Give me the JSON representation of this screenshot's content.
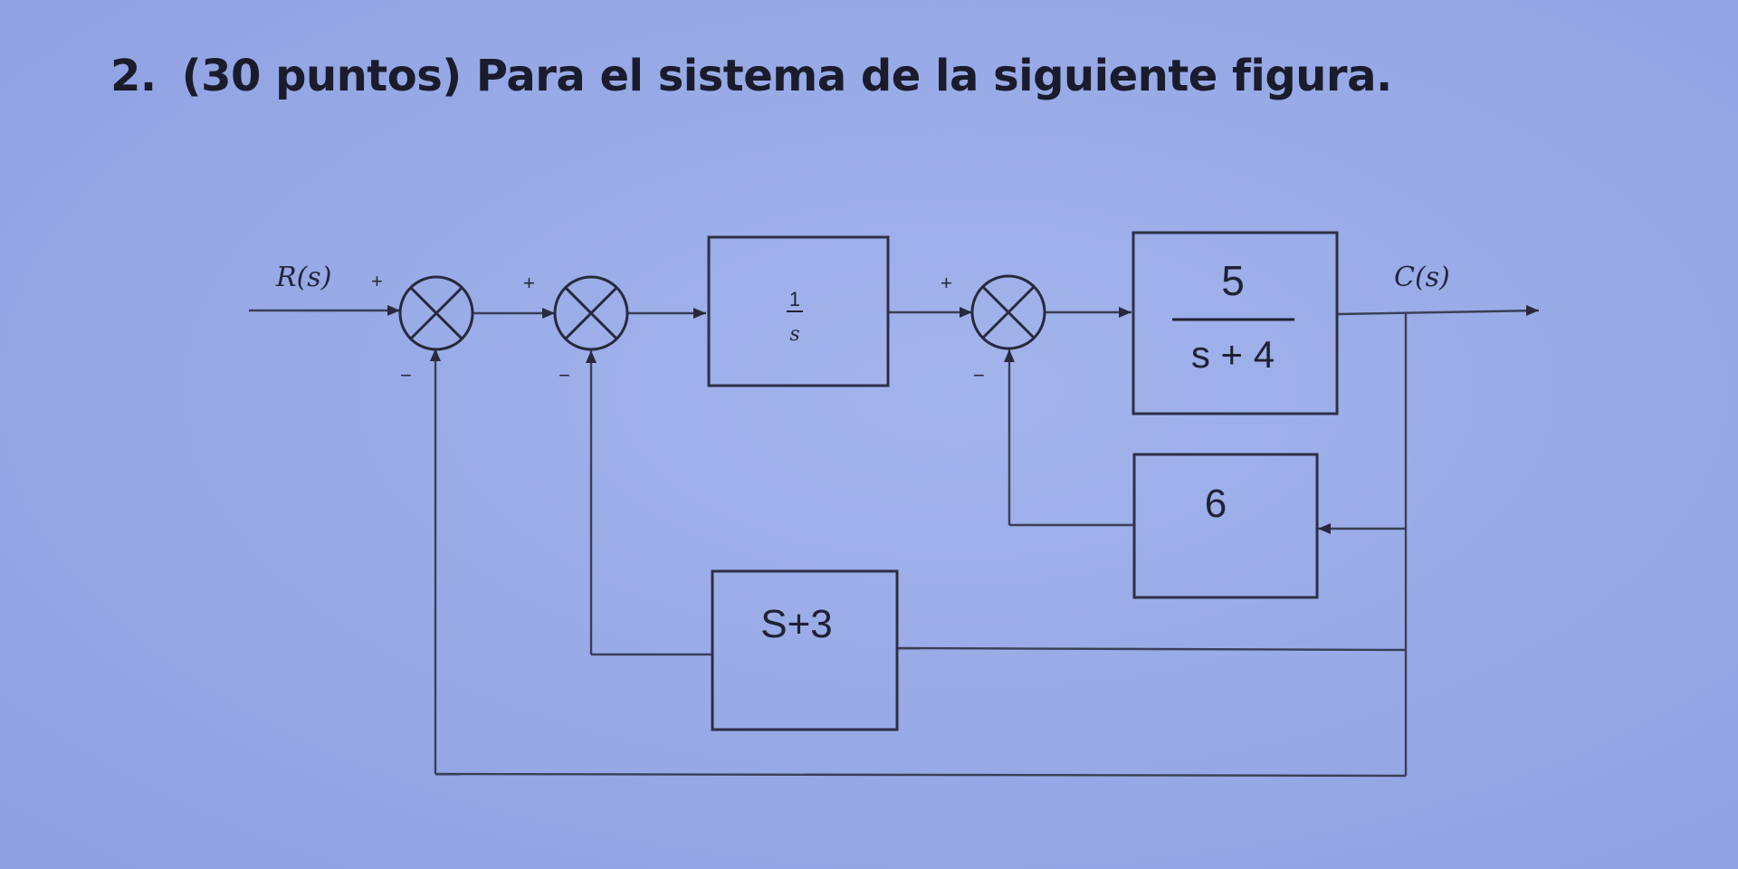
{
  "heading": {
    "number": "2.",
    "text": "(30 puntos) Para el sistema de la siguiente figura."
  },
  "signals": {
    "input": "R(s)",
    "output": "C(s)"
  },
  "blocks": {
    "integrator": {
      "numerator": "1",
      "denominator": "s"
    },
    "plant": {
      "numerator": "5",
      "denominator": "s + 4"
    },
    "gain": "6",
    "derivative": "S+3"
  },
  "signs": {
    "sj1_plus": "+",
    "sj1_minus": "−",
    "sj2_plus": "+",
    "sj2_minus": "−",
    "sj3_plus": "+",
    "sj3_minus": "−"
  },
  "colors": {
    "paper": "#97a9e6",
    "ink": "#262a3c"
  }
}
